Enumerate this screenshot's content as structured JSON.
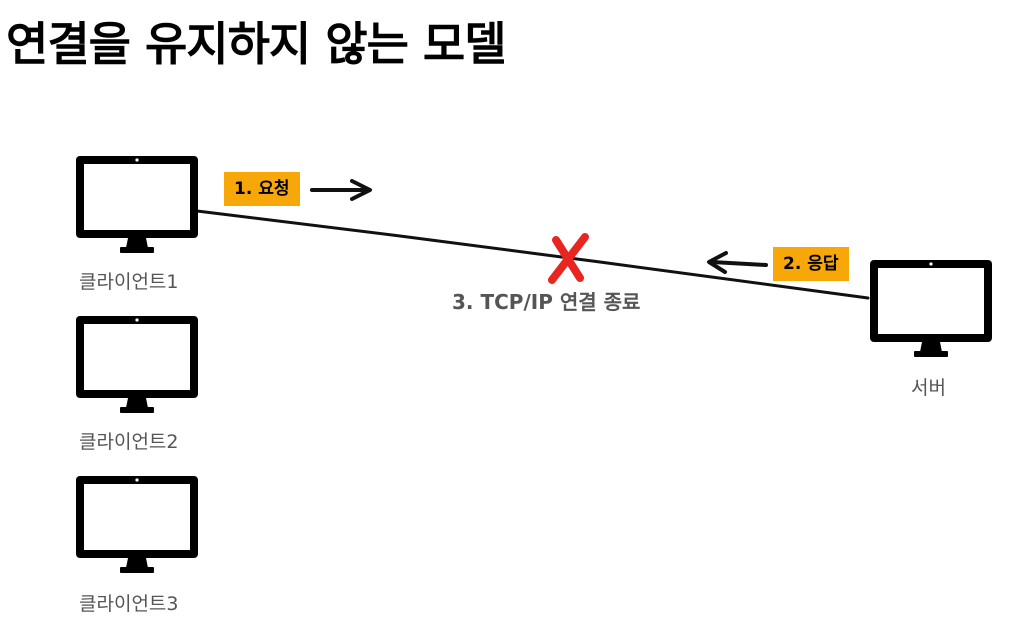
{
  "title": "연결을 유지하지 않는 모델",
  "clients": [
    {
      "label": "클라이언트1"
    },
    {
      "label": "클라이언트2"
    },
    {
      "label": "클라이언트3"
    }
  ],
  "server": {
    "label": "서버"
  },
  "steps": {
    "request": "1. 요청",
    "response": "2. 응답",
    "disconnect": "3. TCP/IP 연결 종료"
  },
  "colors": {
    "tag_background": "#f7a707",
    "cross": "#e8251f",
    "label_text": "#555555"
  },
  "icons": {
    "device": "monitor-icon",
    "disconnect": "cross-mark-icon",
    "direction": "arrow-icon"
  }
}
